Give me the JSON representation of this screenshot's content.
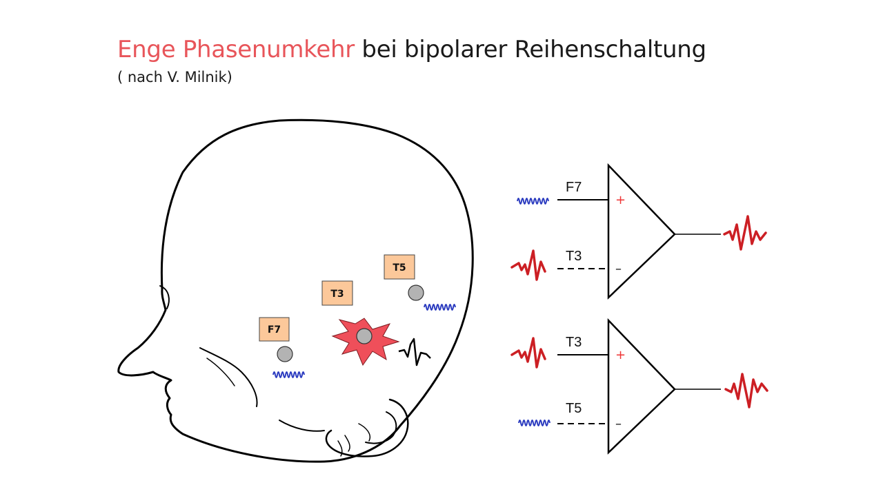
{
  "title": {
    "highlight": "Enge Phasenumkehr",
    "rest": " bei bipolarer Reihenschaltung"
  },
  "subtitle": "( nach V. Milnik)",
  "electrodes": [
    "F7",
    "T3",
    "T5"
  ],
  "amplifier_top": {
    "input_plus": "F7",
    "input_minus": "T3",
    "plus_sign": "+",
    "minus_sign": "–"
  },
  "amplifier_bottom": {
    "input_plus": "T3",
    "input_minus": "T5",
    "plus_sign": "+",
    "minus_sign": "–"
  },
  "colors": {
    "highlight": "#e8555a",
    "focus_star": "#ef4f5a",
    "spike_wave": "#cc1f24",
    "normal_wave": "#2b3bbf",
    "electrode_label_bg": "#fcc89a",
    "electrode": "#b3b3b3"
  }
}
